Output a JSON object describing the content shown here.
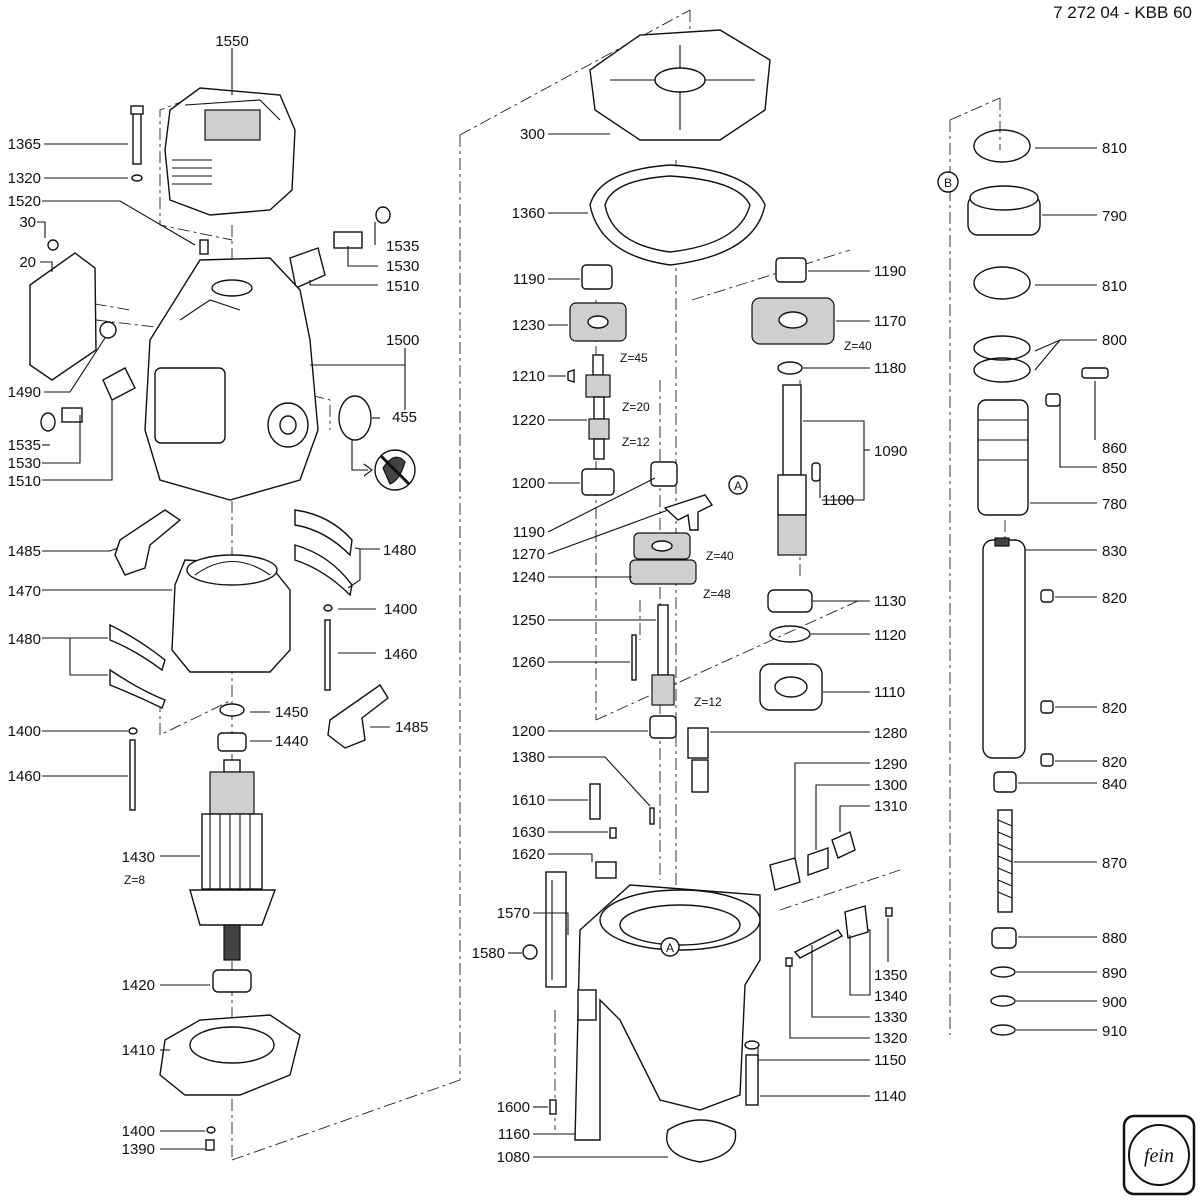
{
  "header": {
    "doc_id": "7 272 04 - KBB 60"
  },
  "logo": {
    "text": "fein"
  },
  "callouts": [
    {
      "id": "c1550",
      "text": "1550"
    },
    {
      "id": "c1365",
      "text": "1365"
    },
    {
      "id": "c1320a",
      "text": "1320"
    },
    {
      "id": "c1520",
      "text": "1520"
    },
    {
      "id": "c30",
      "text": "30"
    },
    {
      "id": "c20",
      "text": "20"
    },
    {
      "id": "c1535a",
      "text": "1535"
    },
    {
      "id": "c1530a",
      "text": "1530"
    },
    {
      "id": "c1510a",
      "text": "1510"
    },
    {
      "id": "c1500",
      "text": "1500"
    },
    {
      "id": "c1490",
      "text": "1490"
    },
    {
      "id": "c455",
      "text": "455"
    },
    {
      "id": "c1535b",
      "text": "1535"
    },
    {
      "id": "c1530b",
      "text": "1530"
    },
    {
      "id": "c1510b",
      "text": "1510"
    },
    {
      "id": "c1485a",
      "text": "1485"
    },
    {
      "id": "c1480a",
      "text": "1480"
    },
    {
      "id": "c1470",
      "text": "1470"
    },
    {
      "id": "c1400a",
      "text": "1400"
    },
    {
      "id": "c1480b",
      "text": "1480"
    },
    {
      "id": "c1460a",
      "text": "1460"
    },
    {
      "id": "c1450",
      "text": "1450"
    },
    {
      "id": "c1485b",
      "text": "1485"
    },
    {
      "id": "c1400b",
      "text": "1400"
    },
    {
      "id": "c1440",
      "text": "1440"
    },
    {
      "id": "c1460b",
      "text": "1460"
    },
    {
      "id": "c1430",
      "text": "1430"
    },
    {
      "id": "c1420",
      "text": "1420"
    },
    {
      "id": "c1410",
      "text": "1410"
    },
    {
      "id": "c1400c",
      "text": "1400"
    },
    {
      "id": "c1390",
      "text": "1390"
    },
    {
      "id": "c300",
      "text": "300"
    },
    {
      "id": "c1360",
      "text": "1360"
    },
    {
      "id": "c1190a",
      "text": "1190"
    },
    {
      "id": "c1230",
      "text": "1230"
    },
    {
      "id": "c1210",
      "text": "1210"
    },
    {
      "id": "c1220",
      "text": "1220"
    },
    {
      "id": "c1200a",
      "text": "1200"
    },
    {
      "id": "c1190b",
      "text": "1190"
    },
    {
      "id": "c1270",
      "text": "1270"
    },
    {
      "id": "c1240",
      "text": "1240"
    },
    {
      "id": "c1250",
      "text": "1250"
    },
    {
      "id": "c1260",
      "text": "1260"
    },
    {
      "id": "c1200b",
      "text": "1200"
    },
    {
      "id": "c1380",
      "text": "1380"
    },
    {
      "id": "c1610",
      "text": "1610"
    },
    {
      "id": "c1630",
      "text": "1630"
    },
    {
      "id": "c1620",
      "text": "1620"
    },
    {
      "id": "c1570",
      "text": "1570"
    },
    {
      "id": "c1580",
      "text": "1580"
    },
    {
      "id": "c1600",
      "text": "1600"
    },
    {
      "id": "c1160",
      "text": "1160"
    },
    {
      "id": "c1080",
      "text": "1080"
    },
    {
      "id": "c1190c",
      "text": "1190"
    },
    {
      "id": "c1170",
      "text": "1170"
    },
    {
      "id": "c1180",
      "text": "1180"
    },
    {
      "id": "c1090",
      "text": "1090"
    },
    {
      "id": "c1100",
      "text": "1100"
    },
    {
      "id": "c1130",
      "text": "1130"
    },
    {
      "id": "c1120",
      "text": "1120"
    },
    {
      "id": "c1110",
      "text": "1110"
    },
    {
      "id": "c1280",
      "text": "1280"
    },
    {
      "id": "c1290",
      "text": "1290"
    },
    {
      "id": "c1300",
      "text": "1300"
    },
    {
      "id": "c1310",
      "text": "1310"
    },
    {
      "id": "c1350",
      "text": "1350"
    },
    {
      "id": "c1340",
      "text": "1340"
    },
    {
      "id": "c1330",
      "text": "1330"
    },
    {
      "id": "c1320b",
      "text": "1320"
    },
    {
      "id": "c1150",
      "text": "1150"
    },
    {
      "id": "c1140",
      "text": "1140"
    },
    {
      "id": "c810a",
      "text": "810"
    },
    {
      "id": "c790",
      "text": "790"
    },
    {
      "id": "c810b",
      "text": "810"
    },
    {
      "id": "c800",
      "text": "800"
    },
    {
      "id": "c860",
      "text": "860"
    },
    {
      "id": "c850",
      "text": "850"
    },
    {
      "id": "c780",
      "text": "780"
    },
    {
      "id": "c830",
      "text": "830"
    },
    {
      "id": "c820a",
      "text": "820"
    },
    {
      "id": "c820b",
      "text": "820"
    },
    {
      "id": "c820c",
      "text": "820"
    },
    {
      "id": "c840",
      "text": "840"
    },
    {
      "id": "c870",
      "text": "870"
    },
    {
      "id": "c880",
      "text": "880"
    },
    {
      "id": "c890",
      "text": "890"
    },
    {
      "id": "c900",
      "text": "900"
    },
    {
      "id": "c910",
      "text": "910"
    }
  ],
  "tooth_counts": [
    {
      "id": "z45",
      "text": "Z=45"
    },
    {
      "id": "z20",
      "text": "Z=20"
    },
    {
      "id": "z12a",
      "text": "Z=12"
    },
    {
      "id": "z40a",
      "text": "Z=40"
    },
    {
      "id": "z40b",
      "text": "Z=40"
    },
    {
      "id": "z48",
      "text": "Z=48"
    },
    {
      "id": "z12b",
      "text": "Z=12"
    },
    {
      "id": "z8",
      "text": "Z=8"
    }
  ],
  "reference_marks": [
    {
      "id": "refA1",
      "text": "A"
    },
    {
      "id": "refA2",
      "text": "A"
    },
    {
      "id": "refB",
      "text": "B"
    }
  ]
}
